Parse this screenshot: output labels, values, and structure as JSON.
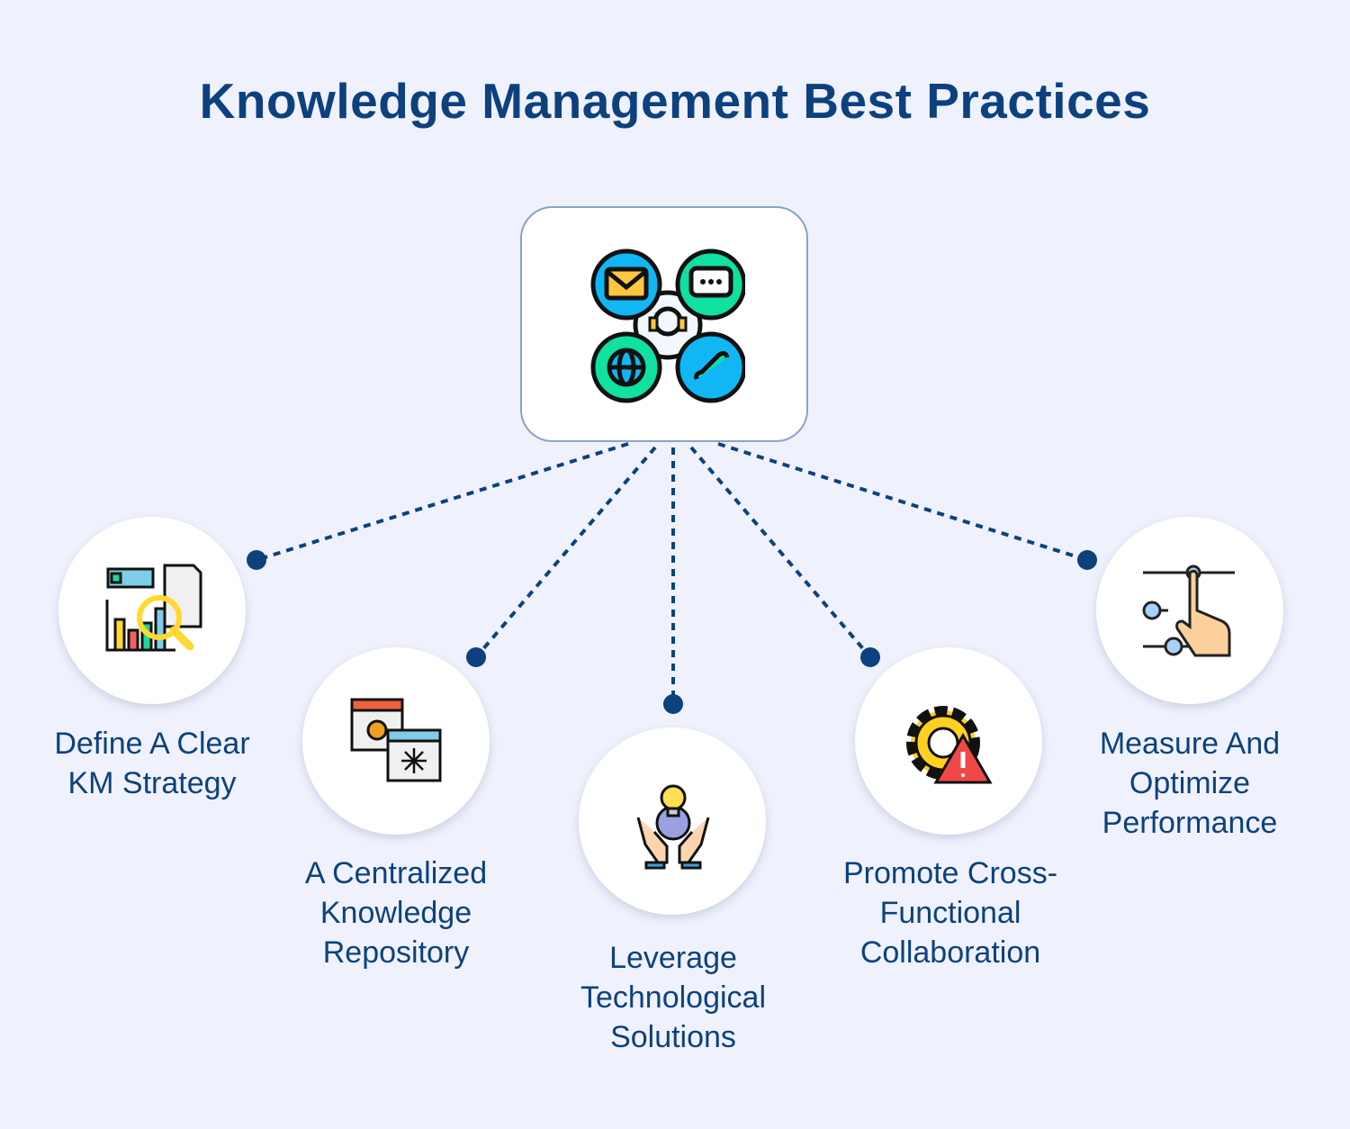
{
  "title": "Knowledge Management Best Practices",
  "hub": {
    "icon": "customer-support-channels-icon"
  },
  "colors": {
    "text": "#0d417e",
    "background": "#eff2fd",
    "connector": "#0d417e"
  },
  "practices": [
    {
      "line1": "Define A Clear",
      "line2": "KM Strategy",
      "icon": "report-analysis-icon"
    },
    {
      "line1": "A Centralized",
      "line2": "Knowledge",
      "line3": "Repository",
      "icon": "calendar-schedule-icon"
    },
    {
      "line1": "Leverage",
      "line2": "Technological",
      "line3": "Solutions",
      "icon": "innovation-hands-icon"
    },
    {
      "line1": "Promote Cross-",
      "line2": "Functional",
      "line3": "Collaboration",
      "icon": "gear-warning-icon"
    },
    {
      "line1": "Measure And",
      "line2": "Optimize",
      "line3": "Performance",
      "icon": "slider-controls-icon"
    }
  ]
}
